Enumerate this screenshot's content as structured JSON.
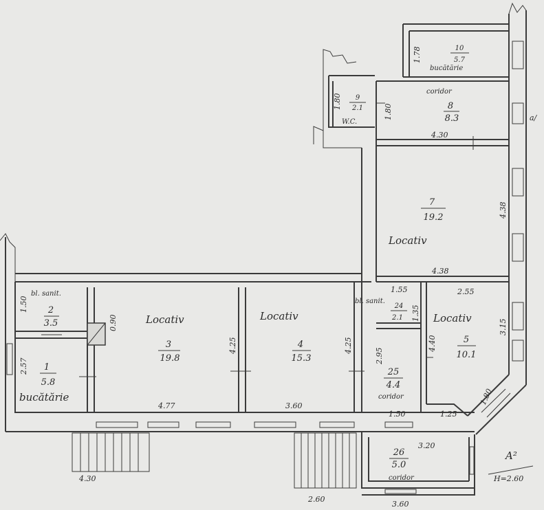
{
  "plan": {
    "level_label": "A²",
    "height_label": "H=2.60",
    "axis_label": "a/"
  },
  "rooms": [
    {
      "id": "r1",
      "number": "1",
      "area": "5.8",
      "name": "bucătărie"
    },
    {
      "id": "r2",
      "number": "2",
      "area": "3.5",
      "name": "bl. sanit."
    },
    {
      "id": "r3",
      "number": "3",
      "area": "19.8",
      "name": "Locativ"
    },
    {
      "id": "r4",
      "number": "4",
      "area": "15.3",
      "name": "Locativ"
    },
    {
      "id": "r5",
      "number": "5",
      "area": "10.1",
      "name": "Locativ"
    },
    {
      "id": "r7",
      "number": "7",
      "area": "19.2",
      "name": "Locativ"
    },
    {
      "id": "r8",
      "number": "8",
      "area": "8.3",
      "name": "coridor"
    },
    {
      "id": "r9",
      "number": "9",
      "area": "2.1",
      "name": "W.C."
    },
    {
      "id": "r10",
      "number": "10",
      "area": "5.7",
      "name": "bucătărie"
    },
    {
      "id": "r24",
      "number": "24",
      "area": "2.1",
      "name": "bl. sanit."
    },
    {
      "id": "r25",
      "number": "25",
      "area": "4.4",
      "name": "coridor"
    },
    {
      "id": "r26",
      "number": "26",
      "area": "5.0",
      "name": "coridor"
    }
  ],
  "dimensions": {
    "d_1_50": "1.50",
    "d_0_90": "0.90",
    "d_2_57": "2.57",
    "d_4_25_a": "4.25",
    "d_4_25_b": "4.25",
    "d_4_77": "4.77",
    "d_3_60_a": "3.60",
    "d_4_30_a": "4.30",
    "d_2_60": "2.60",
    "d_3_60_b": "3.60",
    "d_3_20": "3.20",
    "d_1_50_b": "1.50",
    "d_1_25": "1.25",
    "d_1_80_a": "1.80",
    "d_2_95": "2.95",
    "d_1_55": "1.55",
    "d_1_35": "1.35",
    "d_2_55": "2.55",
    "d_4_40": "4.40",
    "d_3_15": "3.15",
    "d_4_38_a": "4.38",
    "d_4_38_b": "4.38",
    "d_4_30_b": "4.30",
    "d_1_80_b": "1.80",
    "d_1_80_c": "1.80",
    "d_1_78": "1.78"
  }
}
